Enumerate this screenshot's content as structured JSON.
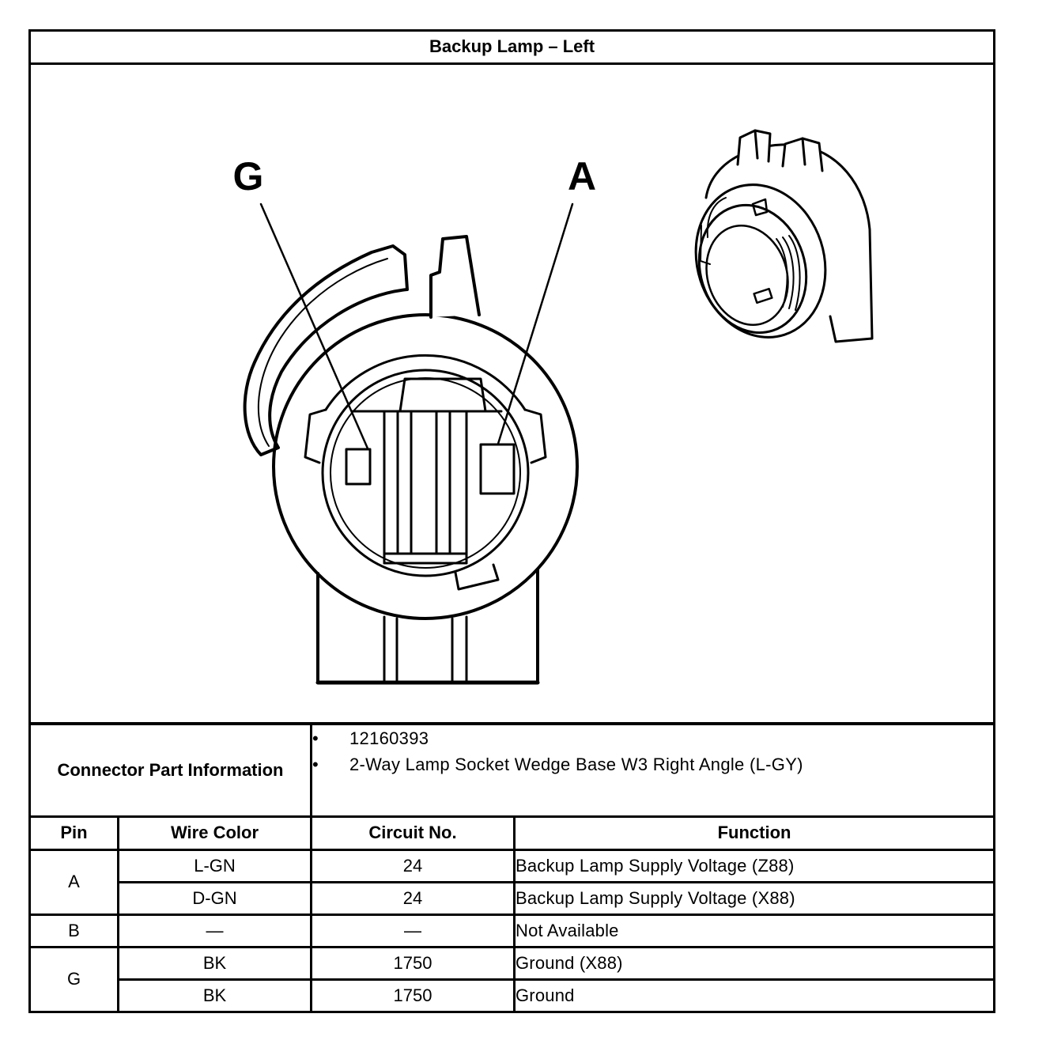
{
  "title": "Backup Lamp – Left",
  "diagram": {
    "pin_labels": {
      "left": "G",
      "right": "A"
    }
  },
  "connector_info": {
    "label": "Connector Part Information",
    "items": [
      "12160393",
      "2-Way Lamp Socket Wedge Base W3 Right Angle (L-GY)"
    ]
  },
  "pin_table": {
    "headers": {
      "pin": "Pin",
      "wire_color": "Wire Color",
      "circuit_no": "Circuit No.",
      "function": "Function"
    },
    "groups": [
      {
        "pin": "A",
        "rows": [
          {
            "wire_color": "L-GN",
            "circuit_no": "24",
            "function": "Backup Lamp Supply Voltage (Z88)"
          },
          {
            "wire_color": "D-GN",
            "circuit_no": "24",
            "function": "Backup Lamp Supply Voltage (X88)"
          }
        ]
      },
      {
        "pin": "B",
        "rows": [
          {
            "wire_color": "—",
            "circuit_no": "—",
            "function": "Not Available"
          }
        ]
      },
      {
        "pin": "G",
        "rows": [
          {
            "wire_color": "BK",
            "circuit_no": "1750",
            "function": "Ground (X88)"
          },
          {
            "wire_color": "BK",
            "circuit_no": "1750",
            "function": "Ground"
          }
        ]
      }
    ]
  }
}
